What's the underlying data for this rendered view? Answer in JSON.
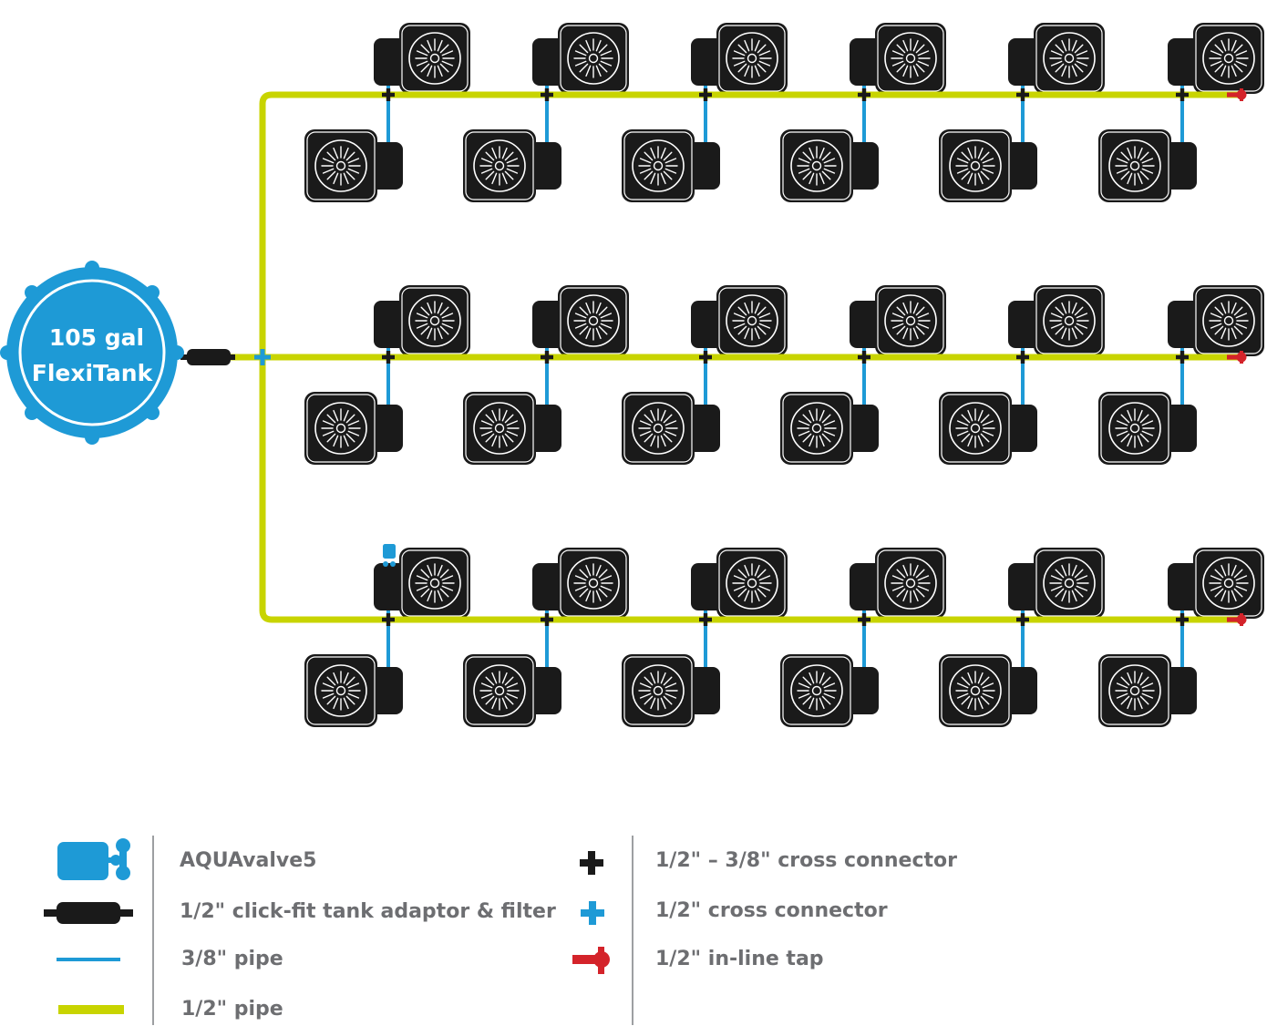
{
  "tank": {
    "line1": "105 gal",
    "line2": "FlexiTank"
  },
  "colors": {
    "half_inch_pipe": "#c8d400",
    "three_eighth_pipe": "#1e9ad6",
    "tank": "#1e9ad6",
    "pot": "#1a1a1a",
    "tap": "#d4232a",
    "legend_text": "#6d6e71"
  },
  "grid": {
    "rows": 3,
    "columns": 6,
    "pots_per_column_per_row": 2
  },
  "legend": {
    "left": [
      {
        "icon": "aquavalve-icon",
        "label": "AQUAvalve5"
      },
      {
        "icon": "tank-adaptor-filter-icon",
        "label": "1/2\" click-fit tank adaptor & filter"
      },
      {
        "icon": "three-eighth-pipe-icon",
        "label": "3/8\" pipe"
      },
      {
        "icon": "half-inch-pipe-icon",
        "label": "1/2\" pipe"
      }
    ],
    "right": [
      {
        "icon": "black-cross-connector-icon",
        "label": "1/2\" – 3/8\" cross connector"
      },
      {
        "icon": "blue-cross-connector-icon",
        "label": "1/2\" cross connector"
      },
      {
        "icon": "inline-tap-icon",
        "label": "1/2\" in-line tap"
      }
    ]
  }
}
